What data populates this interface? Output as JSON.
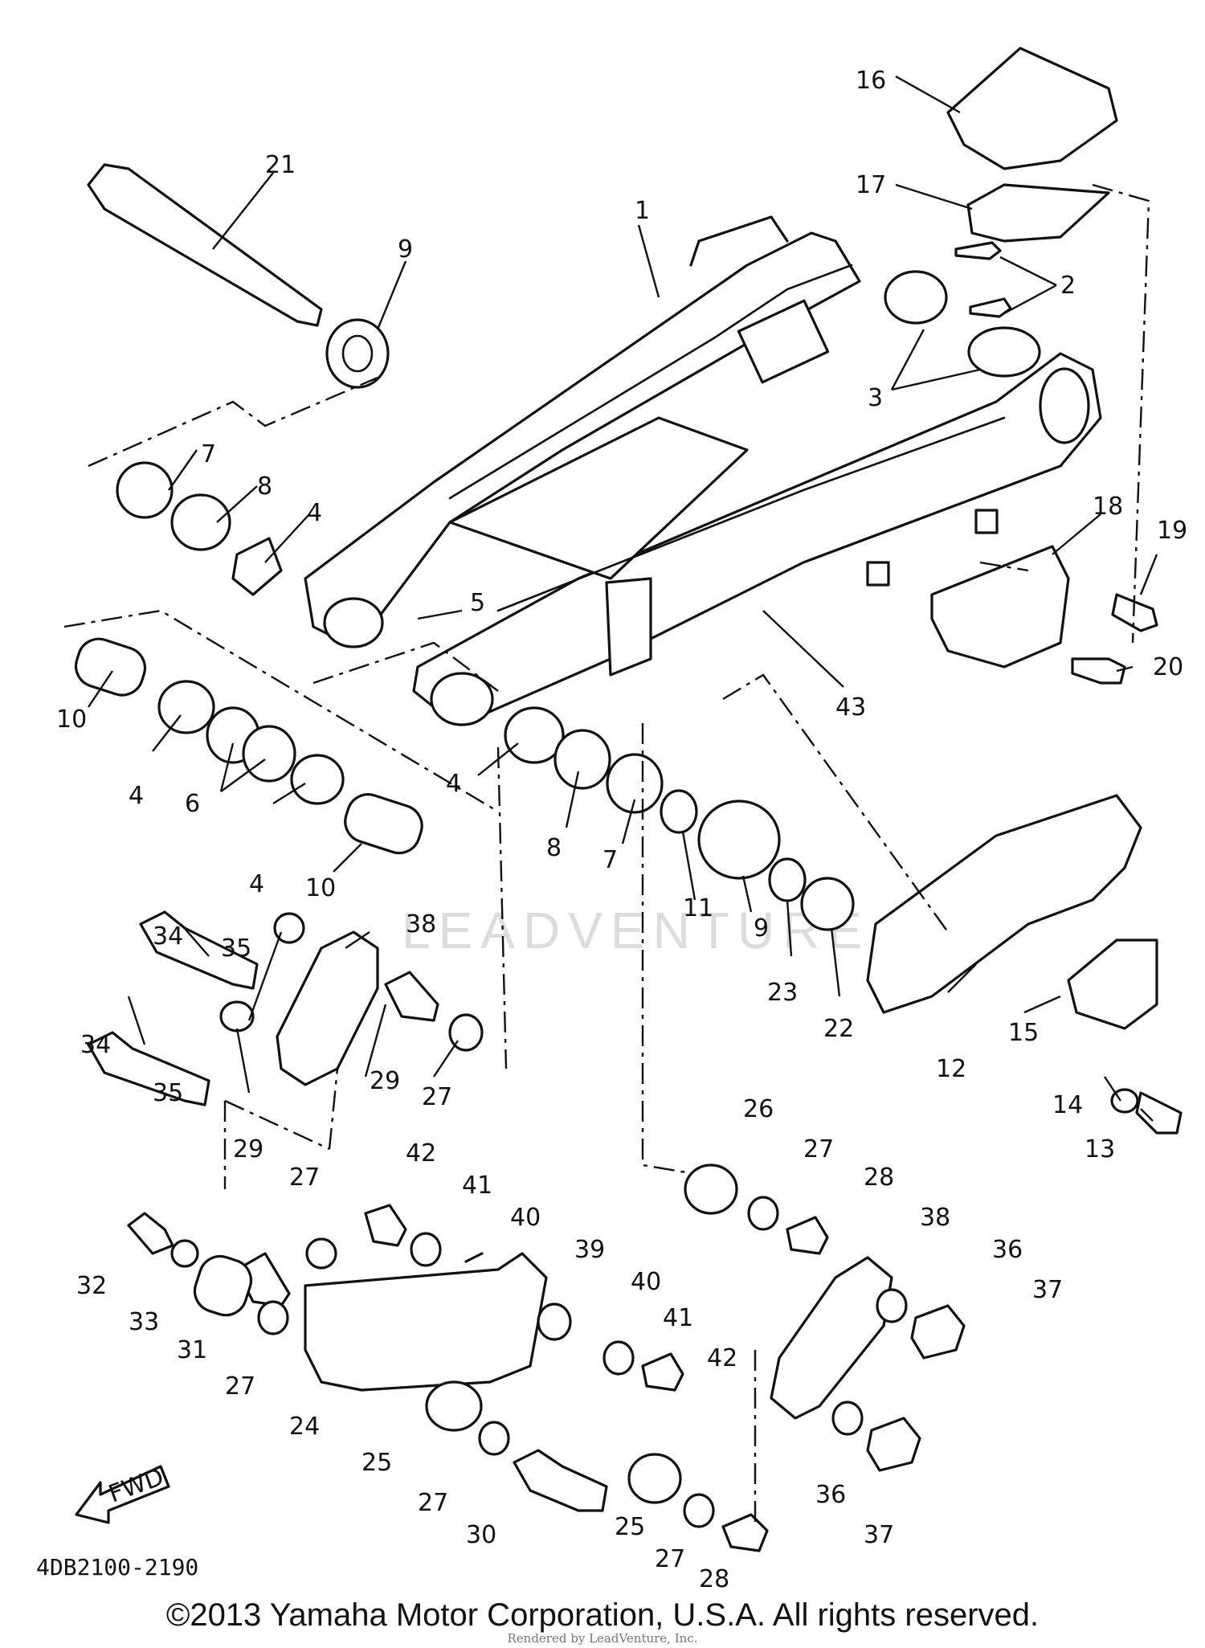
{
  "diagram_code": "4DB2100-2190",
  "copyright": "©2013 Yamaha Motor Corporation, U.S.A. All rights reserved.",
  "rendered_by": "Rendered by LeadVenture, Inc.",
  "watermark": "LEADVENTURE",
  "fwd_label": "FWD",
  "callouts": [
    "1",
    "2",
    "3",
    "4",
    "4",
    "4",
    "4",
    "5",
    "6",
    "7",
    "7",
    "8",
    "8",
    "9",
    "9",
    "10",
    "10",
    "11",
    "12",
    "13",
    "14",
    "15",
    "16",
    "17",
    "18",
    "19",
    "20",
    "21",
    "22",
    "23",
    "24",
    "25",
    "25",
    "26",
    "27",
    "27",
    "27",
    "27",
    "27",
    "27",
    "28",
    "28",
    "29",
    "29",
    "30",
    "31",
    "32",
    "33",
    "34",
    "34",
    "35",
    "35",
    "36",
    "36",
    "37",
    "37",
    "38",
    "38",
    "39",
    "40",
    "40",
    "41",
    "41",
    "42",
    "42",
    "43"
  ]
}
